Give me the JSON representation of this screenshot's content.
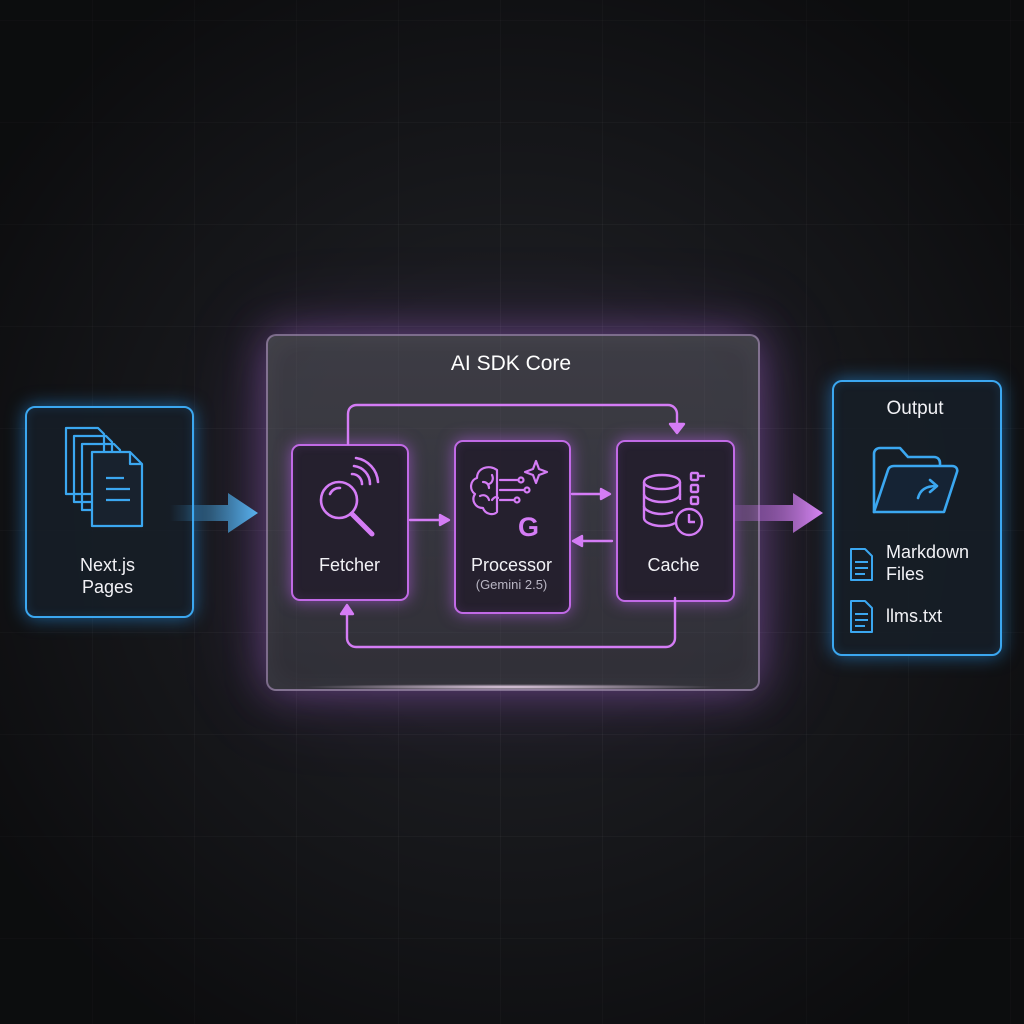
{
  "diagram": {
    "input": {
      "label_line1": "Next.js",
      "label_line2": "Pages"
    },
    "core": {
      "title": "AI SDK Core",
      "fetcher": {
        "label": "Fetcher"
      },
      "processor": {
        "label": "Processor",
        "sublabel": "(Gemini 2.5)"
      },
      "cache": {
        "label": "Cache"
      }
    },
    "output": {
      "title": "Output",
      "files": [
        {
          "label_line1": "Markdown",
          "label_line2": "Files"
        },
        {
          "label_line1": "llms.txt"
        }
      ]
    },
    "colors": {
      "blue": "#3ba7f0",
      "purple": "#c16ae6",
      "background": "#1b1c20"
    }
  }
}
